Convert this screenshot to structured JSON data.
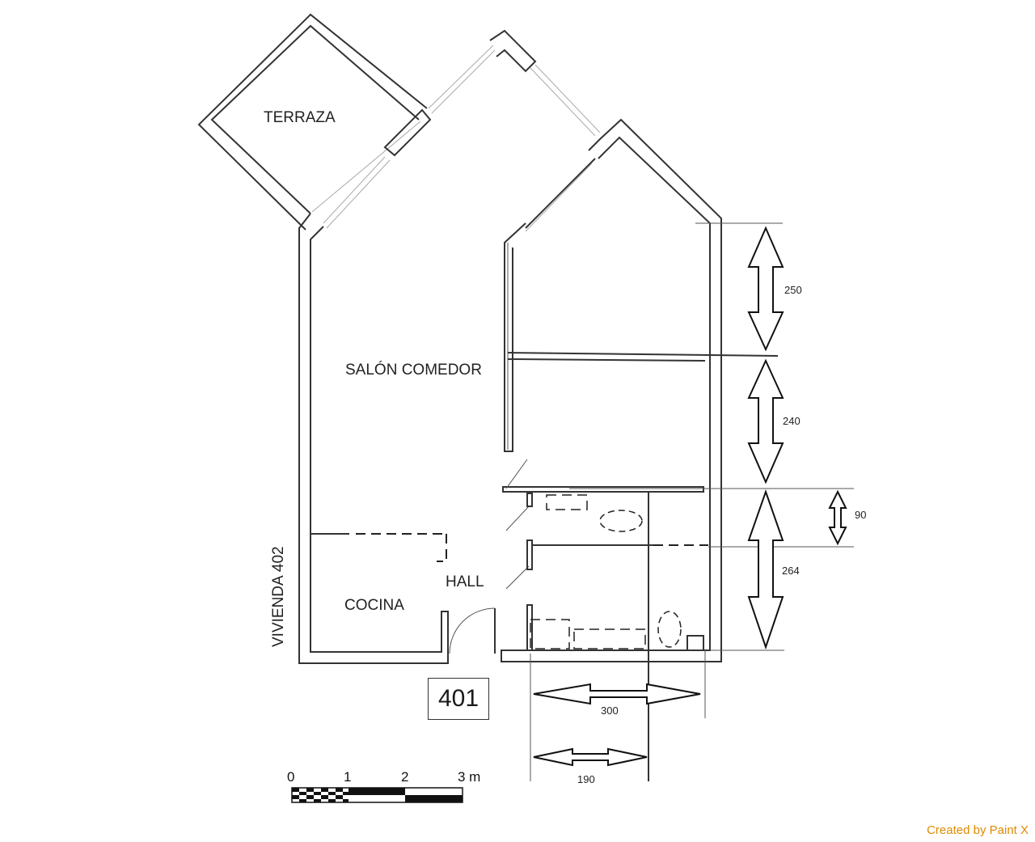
{
  "rooms": {
    "terraza": "TERRAZA",
    "salon": "SALÓN COMEDOR",
    "cocina": "COCINA",
    "hall": "HALL",
    "vivienda": "VIVIENDA 402"
  },
  "unit_number": "401",
  "dimensions": {
    "d250": "250",
    "d240": "240",
    "d90": "90",
    "d264": "264",
    "d300": "300",
    "d190": "190"
  },
  "scale": {
    "t0": "0",
    "t1": "1",
    "t2": "2",
    "t3": "3 m"
  },
  "credit": "Created by Paint X"
}
